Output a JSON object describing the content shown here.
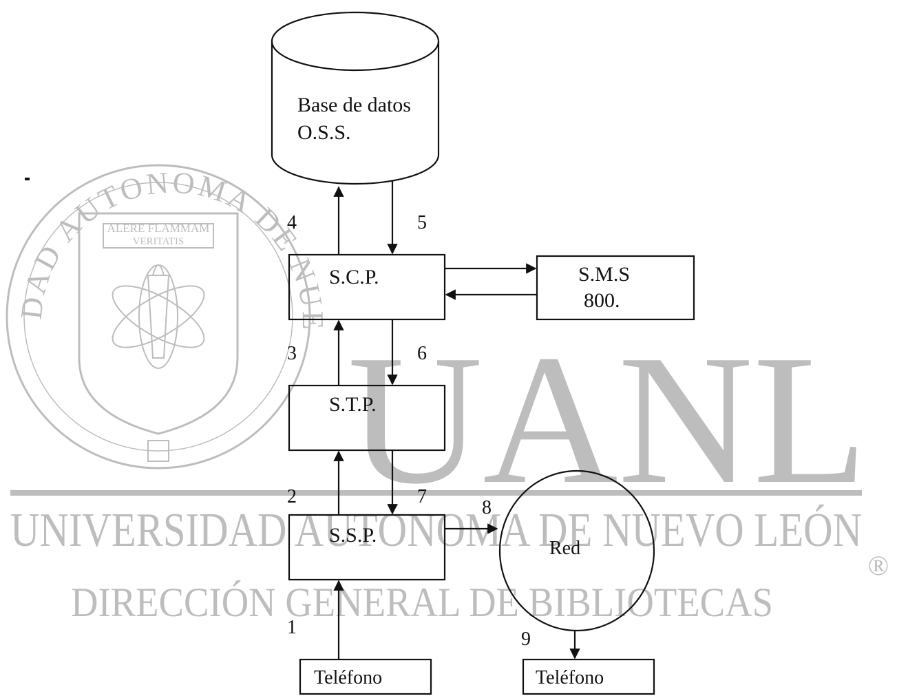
{
  "watermark": {
    "seal_ring_text": "UNIVERSIDAD AUTONOMA DE NUEVO LEON",
    "seal_banner_top": "ALERE FLAMMAM",
    "seal_banner_bottom": "VERITATIS",
    "big_letters": "UANL",
    "line1": "UNIVERSIDAD AUTÓNOMA DE NUEVO LEÓN",
    "line2": "DIRECCIÓN GENERAL DE BIBLIOTECAS",
    "registered_mark": "®",
    "color": "#bdbdbd"
  },
  "nodes": {
    "database_line1": "Base de datos",
    "database_line2": "O.S.S.",
    "scp": "S.C.P.",
    "sms_line1": "S.M.S",
    "sms_line2": "800.",
    "stp": "S.T.P.",
    "ssp": "S.S.P.",
    "red": "Red",
    "phone_origin": "Teléfono",
    "phone_dest": "Teléfono"
  },
  "steps": [
    "1",
    "2",
    "3",
    "4",
    "5",
    "6",
    "7",
    "8",
    "9"
  ]
}
